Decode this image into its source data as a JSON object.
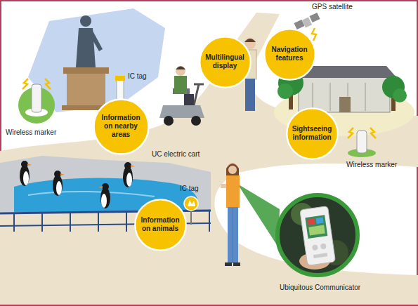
{
  "diagram": {
    "nodes": [
      {
        "text": [
          "Multilingual display"
        ]
      },
      {
        "text": [
          "Navigation features"
        ]
      },
      {
        "text": [
          "Information on nearby areas"
        ]
      },
      {
        "text": [
          "Sightseeing information"
        ]
      },
      {
        "text": [
          "Information on animals"
        ]
      }
    ],
    "labels": [
      "GPS satellite",
      "IC tag",
      "Wireless marker",
      "UC electric cart",
      "Wireless marker",
      "IC tag",
      "Ubiquitous Communicator"
    ]
  }
}
